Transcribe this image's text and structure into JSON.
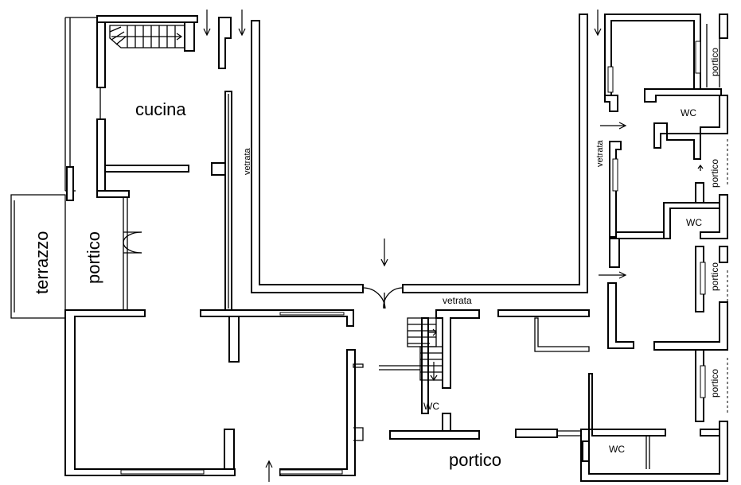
{
  "rooms": {
    "cucina": "cucina",
    "terrazzo": "terrazzo",
    "portico_left": "portico",
    "portico_bottom": "portico",
    "portico_r1": "portico",
    "portico_r2": "portico",
    "portico_r3": "portico",
    "portico_r4": "portico",
    "wc_1": "WC",
    "wc_2": "WC",
    "wc_3": "WC",
    "wc_4": "WC",
    "vetrata_left": "vetrata",
    "vetrata_center": "vetrata",
    "vetrata_right": "vetrata"
  }
}
